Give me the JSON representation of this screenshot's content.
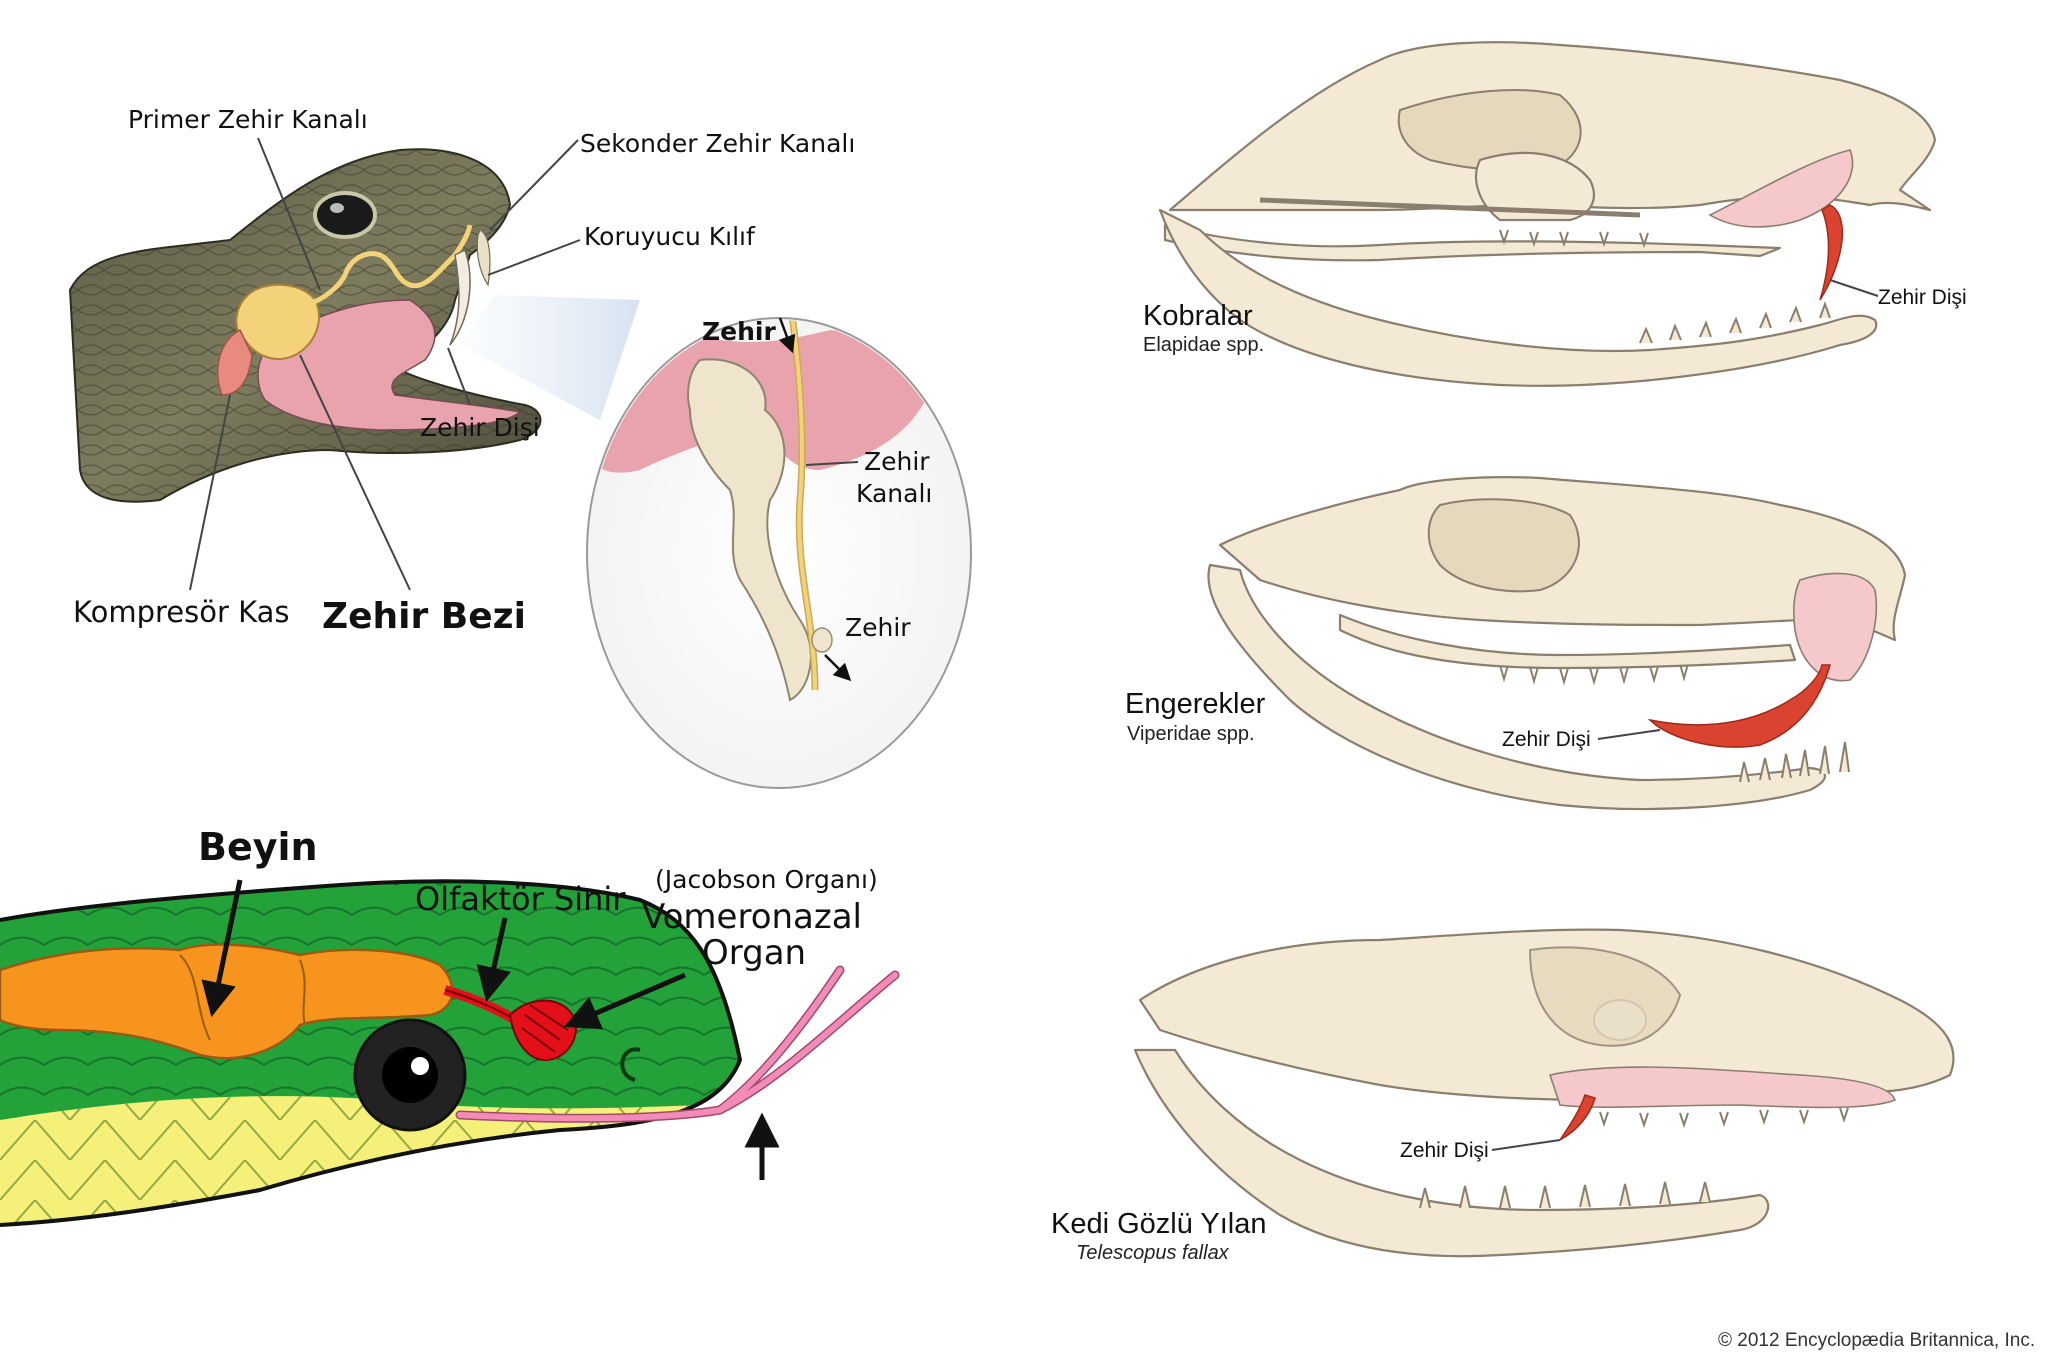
{
  "venom_diagram": {
    "primary_duct": "Primer Zehir Kanalı",
    "secondary_duct": "Sekonder Zehir Kanalı",
    "sheath": "Koruyucu Kılıf",
    "fang": "Zehir Dişi",
    "compressor": "Kompresör Kas",
    "gland": "Zehir Bezi",
    "inset_venom_top": "Zehir",
    "inset_duct_line1": "Zehir",
    "inset_duct_line2": "Kanalı",
    "inset_venom_bottom": "Zehir"
  },
  "brain_diagram": {
    "brain": "Beyin",
    "olfactory": "Olfaktör Sinir",
    "jacobson": "(Jacobson Organı)",
    "vomeronasal_line1": "Vomeronazal",
    "vomeronasal_line2": "Organ"
  },
  "skulls": [
    {
      "name": "Kobralar",
      "latin": "Elapidae spp.",
      "fang_label": "Zehir Dişi"
    },
    {
      "name": "Engerekler",
      "latin": "Viperidae spp.",
      "fang_label": "Zehir Dişi"
    },
    {
      "name": "Kedi Gözlü Yılan",
      "latin": "Telescopus fallax",
      "fang_label": "Zehir Dişi"
    }
  ],
  "copyright": "© 2012 Encyclopædia Britannica, Inc.",
  "colors": {
    "venom_gland": "#f4d27a",
    "compressor_muscle": "#e98a7e",
    "mouth_pink": "#e9a3ad",
    "snake_green": "#23a23a",
    "snake_yellow": "#f4f07a",
    "brain_orange": "#f7941d",
    "vomeronasal_red": "#e3101a",
    "tongue_pink": "#f28bb8",
    "bone": "#f3e9d5",
    "fang_red": "#d9432f"
  }
}
